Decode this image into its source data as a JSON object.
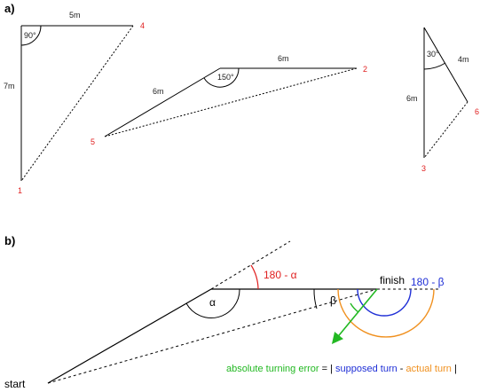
{
  "panel_a": {
    "label": "a)",
    "tri1": {
      "top_len": "5m",
      "side_len": "7m",
      "angle": "90°",
      "v_corner_top": "4",
      "v_bottom": "1"
    },
    "tri2": {
      "top_len": "6m",
      "left_len": "6m",
      "angle": "150°",
      "v_right": "2",
      "v_left": "5"
    },
    "tri3": {
      "right_len": "4m",
      "left_len": "6m",
      "angle": "30°",
      "v_right": "6",
      "v_bottom": "3"
    }
  },
  "panel_b": {
    "label": "b)",
    "alpha": "α",
    "beta": "β",
    "alpha_complement": "180 - α",
    "beta_complement": "180 - β",
    "finish": "finish",
    "start": "start",
    "equation": {
      "part1": "absolute turning error",
      "part2": " = | ",
      "part3": "supposed turn",
      "part4": " - ",
      "part5": "actual turn",
      "part6": " |"
    }
  },
  "colors": {
    "vertex": "#e02020",
    "red": "#e02020",
    "blue": "#1f2fd6",
    "green": "#22b822",
    "orange": "#f0901e"
  }
}
